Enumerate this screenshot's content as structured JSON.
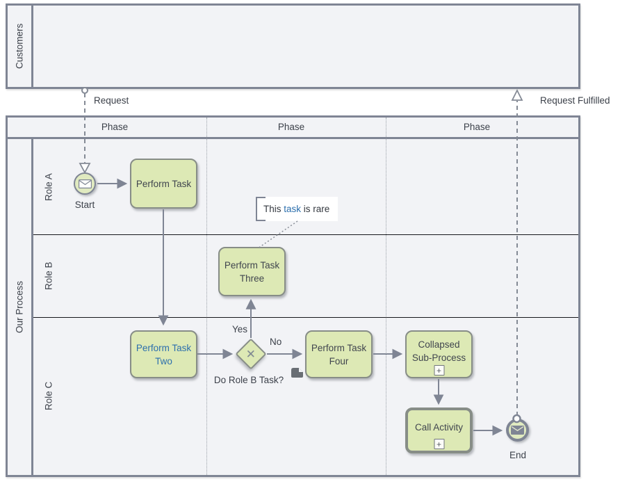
{
  "diagram_type": "BPMN swimlane process",
  "colors": {
    "pool_background": "#f2f3f6",
    "pool_border": "#7f8594",
    "lane_divider": "#15161a",
    "task_fill": "#dde9b5",
    "task_border": "#878d87",
    "flow_line": "#7f8594",
    "text": "#3c414a",
    "link_blue": "#2c6fad",
    "annotation_background": "#ffffff"
  },
  "customers_pool": {
    "label": "Customers"
  },
  "process_pool": {
    "label": "Our Process"
  },
  "lanes": [
    {
      "label": "Role A"
    },
    {
      "label": "Role B"
    },
    {
      "label": "Role C"
    }
  ],
  "phases": [
    {
      "label": "Phase"
    },
    {
      "label": "Phase"
    },
    {
      "label": "Phase"
    }
  ],
  "events": {
    "start": {
      "label": "Start",
      "type": "message-start-event"
    },
    "end": {
      "label": "End",
      "type": "message-end-event"
    }
  },
  "tasks": {
    "task_one": {
      "label": "Perform Task"
    },
    "task_two": {
      "label": "Perform Task Two",
      "style": "link"
    },
    "task_three": {
      "label": "Perform Task Three"
    },
    "task_four": {
      "label": "Perform Task Four"
    },
    "collapsed_subprocess": {
      "label": "Collapsed Sub-Process"
    },
    "call_activity": {
      "label": "Call Activity"
    }
  },
  "gateway": {
    "question": "Do Role B Task?",
    "yes_label": "Yes",
    "no_label": "No",
    "type": "exclusive-gateway"
  },
  "message_flows": {
    "request": {
      "label": "Request"
    },
    "request_fulfilled": {
      "label": "Request Fulfilled"
    }
  },
  "annotation": {
    "text_before": "This ",
    "link_text": "task",
    "text_after": " is rare"
  },
  "markers": {
    "subprocess_plus": "+",
    "gateway_x": "✕"
  }
}
